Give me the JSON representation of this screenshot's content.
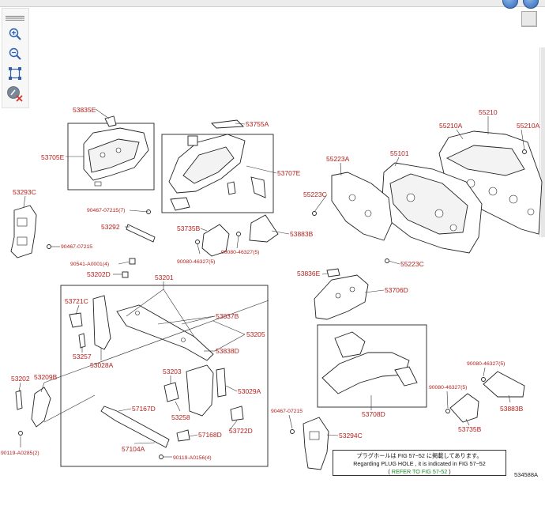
{
  "toolbar": {
    "tools": [
      {
        "icon": "zoom-in-icon"
      },
      {
        "icon": "zoom-out-icon"
      },
      {
        "icon": "fit-page-icon"
      },
      {
        "icon": "reset-zoom-icon"
      }
    ]
  },
  "parts": {
    "p53835E": "53835E",
    "p53705E": "53705E",
    "p53755A": "53755A",
    "p53707E": "53707E",
    "p55210": "55210",
    "p55210A_l": "55210A",
    "p55210A_r": "55210A",
    "p55101": "55101",
    "p55223A": "55223A",
    "p55223C_l": "55223C",
    "p55223C_b": "55223C",
    "p53293C": "53293C",
    "p90467_07215_7": "90467-07215(7)",
    "p53292": "53292",
    "p90467_07215": "90467-07215",
    "p53735B_t": "53735B",
    "p53883B_t": "53883B",
    "p90080_46327_5_a": "90080-46327(5)",
    "p90080_46327_5_b": "90080-46327(5)",
    "p90541": "90541-A0001(4)",
    "p53202D": "53202D",
    "p53201": "53201",
    "p53836E": "53836E",
    "p53706D": "53706D",
    "p53721C": "53721C",
    "p53837B": "53837B",
    "p53205": "53205",
    "p53838D": "53838D",
    "p53257": "53257",
    "p53028A": "53028A",
    "p53203": "53203",
    "p53029A": "53029A",
    "p53202": "53202",
    "p53209B": "53209B",
    "p57167D": "57167D",
    "p53258": "53258",
    "p53722D": "53722D",
    "p57168D": "57168D",
    "p57104A": "57104A",
    "p90119_A0285": "90119-A0285(2)",
    "p90119_A0156": "90119-A0156(4)",
    "p90467_07215_b": "90467-07215",
    "p53294C": "53294C",
    "p53708D": "53708D",
    "p90080_46327_5_c": "90080-46327(5)",
    "p90080_46327_5_d": "90080-46327(5)",
    "p53883B_b": "53883B",
    "p53735B_b": "53735B"
  },
  "note": {
    "line1": "プラグホールは FIG 57−52 に掲載してあります。",
    "line2": "Regarding  PLUG  HOLE , it is indicated in FIG 57−52",
    "line3_open": "(",
    "refer_link": "REFER TO FIG 57-52",
    "line3_close": ")"
  },
  "figure_id": "534588A",
  "colors": {
    "label": "#b3211c",
    "refer_link": "#1e8a2a",
    "toolbar_icon": "#2f5fae",
    "delete_mark": "#d9342a"
  }
}
